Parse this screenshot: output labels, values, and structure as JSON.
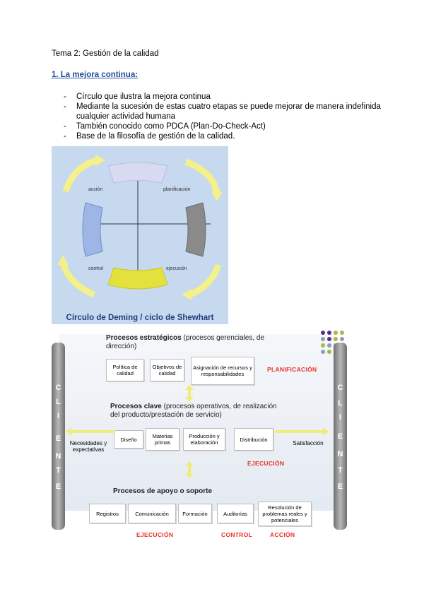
{
  "document": {
    "title": "Tema 2: Gestión de la calidad",
    "section_heading": "1. La mejora continua:",
    "bullets": [
      "Círculo que ilustra la mejora continua",
      "Mediante la sucesión de estas cuatro etapas se puede mejorar de manera indefinida cualquier actividad humana",
      "También conocido como PDCA (Plan-Do-Check-Act)",
      "Base de la filosofía de gestión de la calidad."
    ],
    "bullet_marker": "-"
  },
  "deming_figure": {
    "caption": "Círculo de Deming / ciclo de Shewhart",
    "labels": {
      "accion": "acción",
      "planificacion": "planificación",
      "control": "control",
      "ejecucion": "ejecución"
    },
    "colors": {
      "background": "#c7d9ee",
      "plan": "#d7daf0",
      "do": "#8a8a8a",
      "check": "#e3e23c",
      "act": "#9db6e6",
      "arrow": "#f4f08a"
    }
  },
  "process_map": {
    "pillar_letters": [
      "C",
      "L",
      "I",
      "E",
      "N",
      "T",
      "E"
    ],
    "strategic": {
      "title": "Procesos estratégicos",
      "subtitle": "(procesos gerenciales, de dirección)",
      "boxes": [
        "Política de calidad",
        "Objetivos de calidad",
        "Asignación de recursos y responsabilidades"
      ],
      "phase": "PLANIFICACIÓN"
    },
    "key": {
      "title": "Procesos clave",
      "subtitle": "(procesos operativos, de realización del producto/prestación de servicio)",
      "boxes": [
        "Diseño",
        "Materias primas",
        "Producción y elaboración",
        "Distribución"
      ],
      "phase": "EJECUCIÓN",
      "left_text": "Necesidades y expectativas",
      "right_text": "Satisfacción"
    },
    "support": {
      "title": "Procesos de apoyo o soporte",
      "boxes": [
        "Registros",
        "Comunicación",
        "Formación",
        "Auditorías",
        "Resolución de problemas reales y potenciales"
      ],
      "phases": [
        "EJECUCIÓN",
        "CONTROL",
        "ACCIÓN"
      ]
    },
    "colors": {
      "phase_text": "#e8302a",
      "arrow": "#f0eb7a",
      "pillar": "#8a8a8a"
    }
  }
}
